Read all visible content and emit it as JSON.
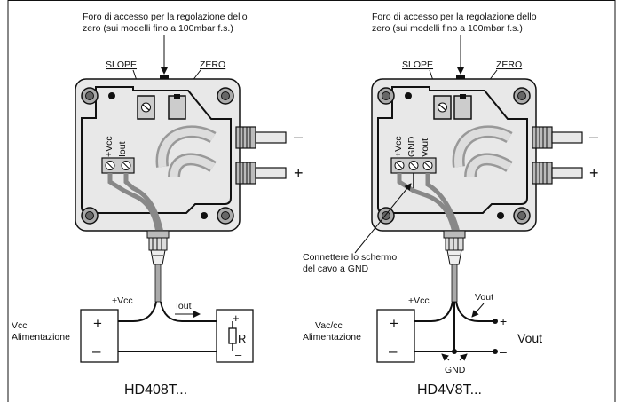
{
  "colors": {
    "line": "#111111",
    "housing": "#e8e8e8",
    "gray": "#b8b8b8",
    "dark": "#333333"
  },
  "left": {
    "top_note_line1": "Foro di accesso per la regolazione dello",
    "top_note_line2": "zero (sui modelli fino a 100mbar f.s.)",
    "slope": "SLOPE",
    "zero": "ZERO",
    "term_vcc": "+Vcc",
    "term_iout": "Iout",
    "minus": "–",
    "plus": "+",
    "supply_line1": "Vcc",
    "supply_line2": "Alimentazione",
    "wire_vcc": "+Vcc",
    "wire_iout": "Iout",
    "psu_plus": "+",
    "psu_minus": "–",
    "load_plus": "+",
    "load_r": "R",
    "load_minus": "–",
    "model": "HD408T..."
  },
  "right": {
    "top_note_line1": "Foro di accesso per la regolazione dello",
    "top_note_line2": "zero (sui modelli fino a 100mbar f.s.)",
    "slope": "SLOPE",
    "zero": "ZERO",
    "term_vcc": "+Vcc",
    "term_gnd": "GND",
    "term_vout": "Vout",
    "minus": "–",
    "plus": "+",
    "shield_line1": "Connettere lo schermo",
    "shield_line2": "del cavo a GND",
    "supply_line1": "Vac/cc",
    "supply_line2": "Alimentazione",
    "wire_vcc": "+Vcc",
    "wire_vout": "Vout",
    "out_plus": "+",
    "out_minus": "–",
    "vout_label": "Vout",
    "gnd_label": "GND",
    "psu_plus": "+",
    "psu_minus": "–",
    "model": "HD4V8T..."
  }
}
